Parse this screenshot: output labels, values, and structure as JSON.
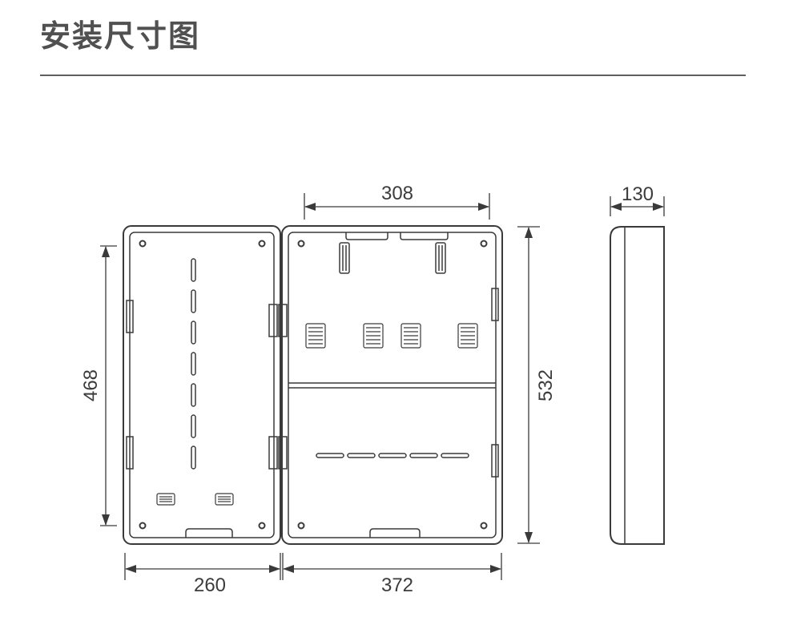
{
  "header": {
    "title": "安装尺寸图"
  },
  "dimensions": {
    "front_top_width": "308",
    "depth": "130",
    "left_height": "468",
    "right_height": "532",
    "bottom_left_width": "260",
    "bottom_right_width": "372"
  },
  "colors": {
    "line": "#3a3a3a",
    "text": "#3c3c3c",
    "title": "#505050",
    "rule": "#5f5f5f"
  }
}
